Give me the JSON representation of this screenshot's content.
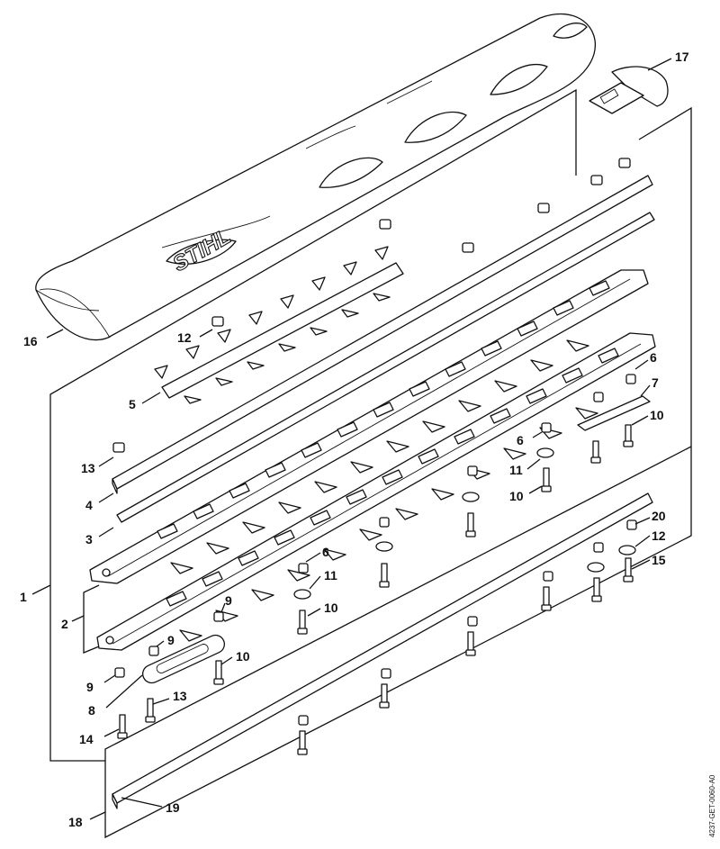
{
  "diagram": {
    "brand_mark": "STIHL",
    "reference_code": "4237-GET-0060-A0",
    "callouts": [
      {
        "id": "c1",
        "text": "1"
      },
      {
        "id": "c2",
        "text": "2"
      },
      {
        "id": "c3",
        "text": "3"
      },
      {
        "id": "c4",
        "text": "4"
      },
      {
        "id": "c5",
        "text": "5"
      },
      {
        "id": "c6a",
        "text": "6"
      },
      {
        "id": "c6b",
        "text": "6"
      },
      {
        "id": "c6c",
        "text": "6"
      },
      {
        "id": "c7",
        "text": "7"
      },
      {
        "id": "c8",
        "text": "8"
      },
      {
        "id": "c9a",
        "text": "9"
      },
      {
        "id": "c9b",
        "text": "9"
      },
      {
        "id": "c9c",
        "text": "9"
      },
      {
        "id": "c10a",
        "text": "10"
      },
      {
        "id": "c10b",
        "text": "10"
      },
      {
        "id": "c10c",
        "text": "10"
      },
      {
        "id": "c10d",
        "text": "10"
      },
      {
        "id": "c11a",
        "text": "11"
      },
      {
        "id": "c11b",
        "text": "11"
      },
      {
        "id": "c12a",
        "text": "12"
      },
      {
        "id": "c12b",
        "text": "12"
      },
      {
        "id": "c13a",
        "text": "13"
      },
      {
        "id": "c13b",
        "text": "13"
      },
      {
        "id": "c14",
        "text": "14"
      },
      {
        "id": "c15",
        "text": "15"
      },
      {
        "id": "c16",
        "text": "16"
      },
      {
        "id": "c17",
        "text": "17"
      },
      {
        "id": "c18",
        "text": "18"
      },
      {
        "id": "c19",
        "text": "19"
      },
      {
        "id": "c20",
        "text": "20"
      }
    ]
  }
}
